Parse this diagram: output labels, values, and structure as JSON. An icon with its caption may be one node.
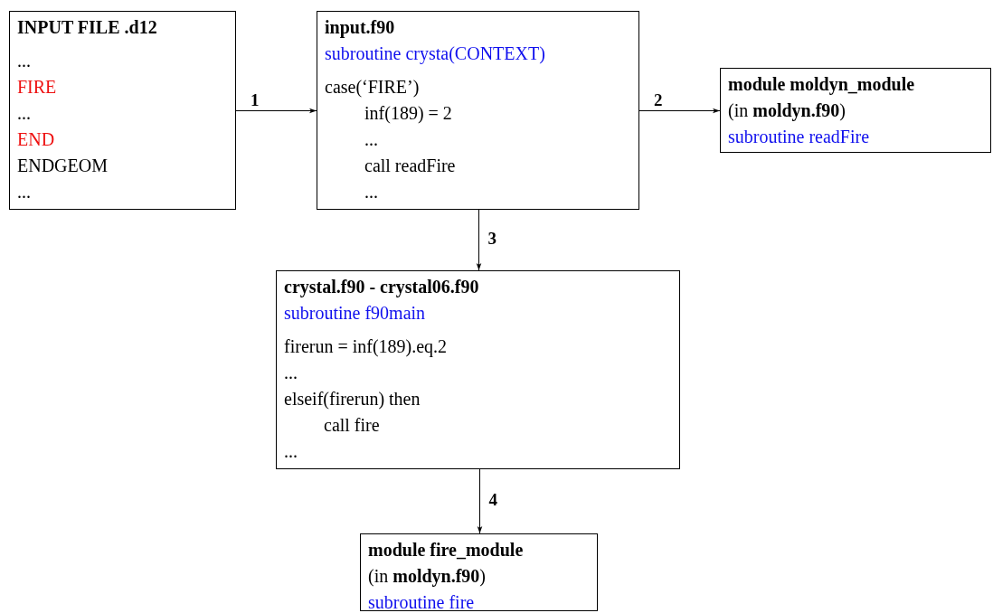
{
  "diagram": {
    "nodes": [
      {
        "text": [
          "INPUT FILE .d12",
          "...",
          "FIRE",
          "...",
          "END",
          "ENDGEOM",
          "..."
        ]
      },
      {
        "text": [
          "input.f90",
          "subroutine crysta(CONTEXT)",
          "case(‘FIRE’)",
          "inf(189) = 2",
          "...",
          "call readFire",
          "..."
        ]
      },
      {
        "text": [
          "module moldyn_module",
          "(in **moldyn.f90**)",
          "subroutine readFire"
        ]
      },
      {
        "text": [
          "crystal.f90 - crystal06.f90",
          "subroutine f90main",
          "firerun = inf(189).eq.2",
          "...",
          "elseif(firerun) then",
          "call fire",
          "..."
        ]
      },
      {
        "text": [
          "module fire_module",
          "(in **moldyn.f90**)",
          "subroutine fire"
        ]
      }
    ],
    "edges": [
      {
        "from": 0,
        "to": 1,
        "arrow": "to",
        "label": "1"
      },
      {
        "from": 1,
        "to": 2,
        "arrow": "to",
        "label": "2"
      },
      {
        "from": 1,
        "to": 3,
        "arrow": "to",
        "label": "3"
      },
      {
        "from": 3,
        "to": 4,
        "arrow": "to",
        "label": "4"
      }
    ]
  }
}
